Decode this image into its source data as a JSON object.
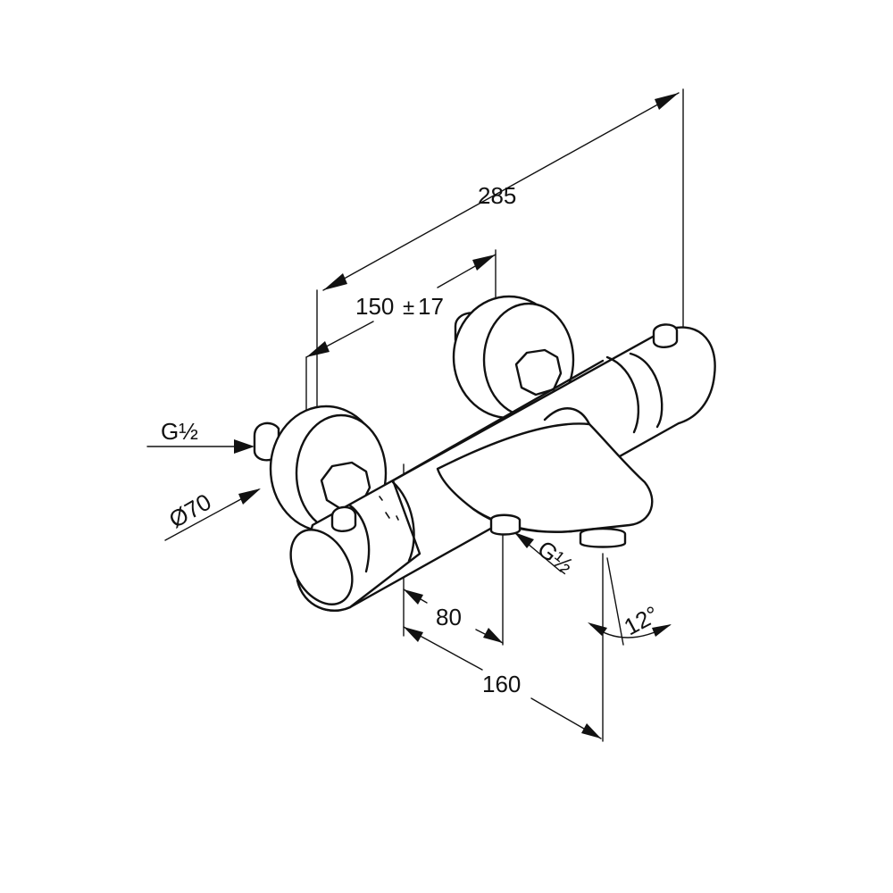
{
  "dimensions": {
    "overall_length": "285",
    "spacing": "150",
    "spacing_tolerance_symbol": "±",
    "spacing_tolerance": "17",
    "inlet_thread": "G½",
    "rosette_diameter": "Ø70",
    "outlet_thread": "G½",
    "offset_80": "80",
    "offset_160": "160",
    "spout_angle": "12°"
  },
  "colors": {
    "line": "#111111",
    "background": "#ffffff"
  }
}
